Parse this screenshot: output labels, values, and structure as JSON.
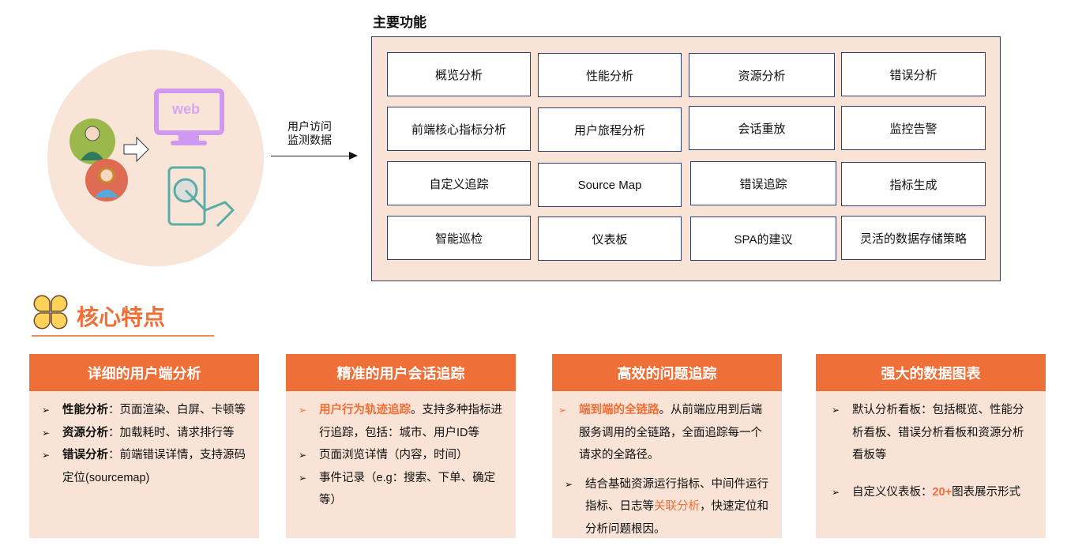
{
  "illustration": {
    "web_label": "web",
    "flow_label": [
      "用户访问",
      "监测数据"
    ]
  },
  "main_functions": {
    "title": "主要功能",
    "items": [
      "概览分析",
      "性能分析",
      "资源分析",
      "错误分析",
      "前端核心指标分析",
      "用户旅程分析",
      "会话重放",
      "监控告警",
      "自定义追踪",
      "Source Map",
      "错误追踪",
      "指标生成",
      "智能巡检",
      "仪表板",
      "SPA的建议",
      "灵活的数据存储策略"
    ]
  },
  "core": {
    "title": "核心特点",
    "cards": [
      {
        "title": "详细的用户端分析",
        "items": [
          {
            "strong": "性能分析",
            "text": "：页面渲染、白屏、卡顿等"
          },
          {
            "strong": "资源分析",
            "text": "：加载耗时、请求排行等"
          },
          {
            "strong": "错误分析",
            "text": "：前端错误详情，支持源码定位(sourcemap)"
          }
        ]
      },
      {
        "title": "精准的用户会话追踪",
        "items": [
          {
            "highlight": "用户行为轨迹追踪",
            "text": "。支持多种指标进行追踪，包括：城市、用户ID等"
          },
          {
            "text": "页面浏览详情（内容，时间）"
          },
          {
            "text": "事件记录（e.g：搜索、下单、确定等）"
          }
        ]
      },
      {
        "title": "高效的问题追踪",
        "items": [
          {
            "highlight": "端到端的全链路",
            "text": "。从前端应用到后端服务调用的全链路，全面追踪每一个请求的全路径。"
          },
          {
            "pre": "结合基础资源运行指标、中间件运行指标、日志等",
            "highlight": "关联分析",
            "text": "，快速定位和分析问题根因。"
          }
        ]
      },
      {
        "title": "强大的数据图表",
        "items": [
          {
            "text": "默认分析看板：包括概览、性能分析看板、错误分析看板和资源分析看板等"
          },
          {
            "pre": "自定义仪表板：",
            "highlight": "20+",
            "text": "图表展示形式"
          }
        ]
      }
    ]
  },
  "colors": {
    "accent": "#ef6f37",
    "panel": "#f9e3d6"
  }
}
